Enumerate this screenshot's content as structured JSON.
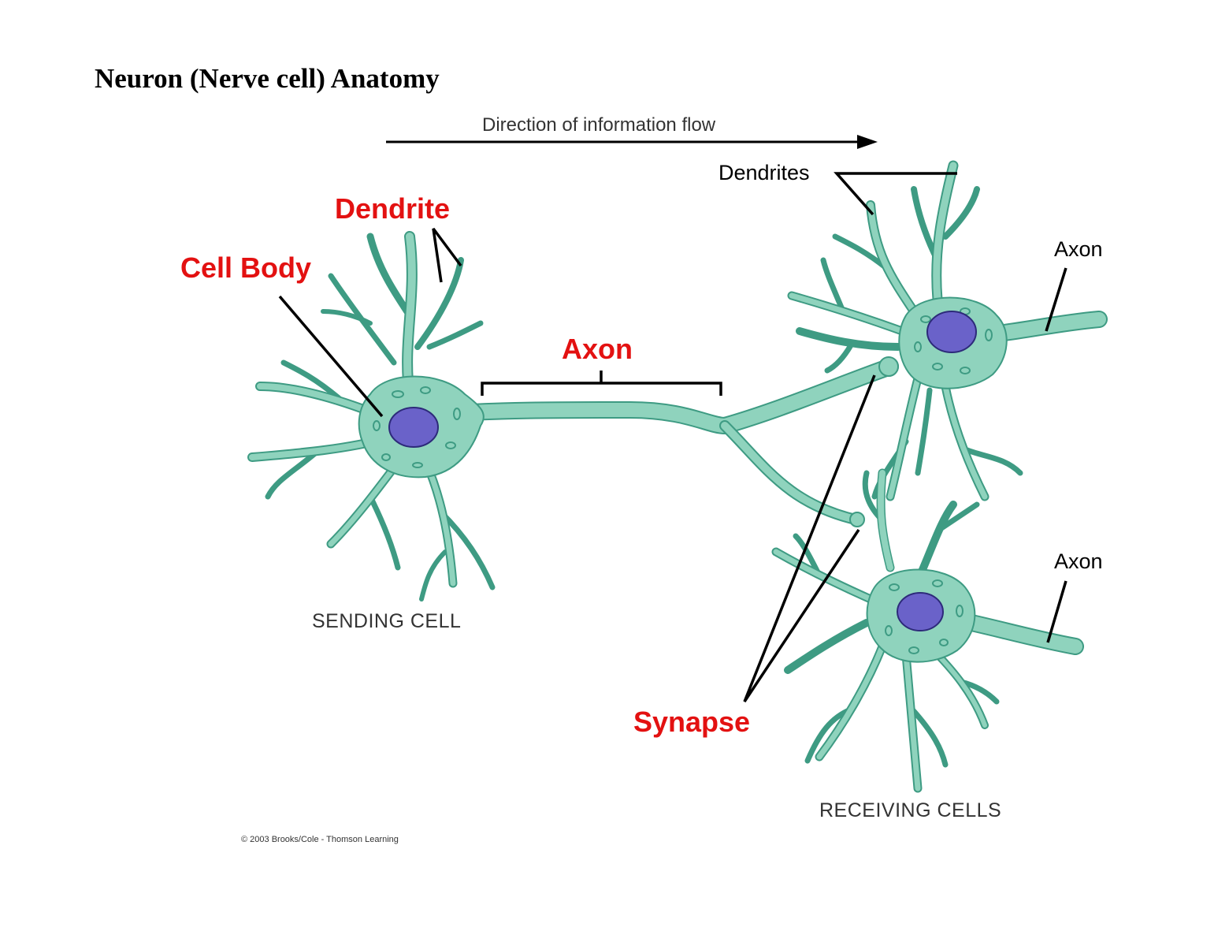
{
  "title": "Neuron (Nerve cell) Anatomy",
  "flow_label": "Direction of information flow",
  "labels": {
    "dendrite": "Dendrite",
    "cell_body": "Cell Body",
    "axon_main": "Axon",
    "synapse": "Synapse",
    "dendrites": "Dendrites",
    "axon_upper": "Axon",
    "axon_lower": "Axon"
  },
  "captions": {
    "sending": "SENDING CELL",
    "receiving": "RECEIVING CELLS"
  },
  "copyright": "© 2003 Brooks/Cole - Thomson Learning",
  "colors": {
    "cell_fill": "#8fd3bd",
    "cell_outline": "#3e9b83",
    "nucleus": "#6a62c9",
    "label_red": "#e31111"
  }
}
